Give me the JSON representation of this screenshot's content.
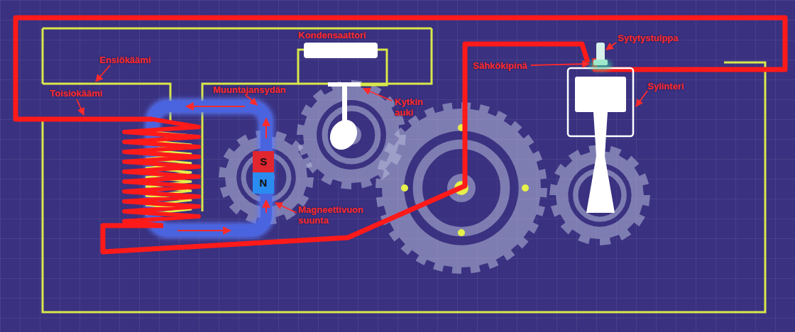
{
  "diagram": {
    "nodes": [
      {
        "text": [
          "S"
        ]
      },
      {
        "text": [
          "N"
        ]
      }
    ],
    "labels": [
      "Kondensaattori",
      "Sytytystulppa",
      "Ensiökäämi",
      "Sähkökipinä",
      "Kytkin auki",
      "Toisiokäämi",
      "Muuntajansydän",
      "Sylinteri",
      "Magneettivuon suunta"
    ]
  }
}
